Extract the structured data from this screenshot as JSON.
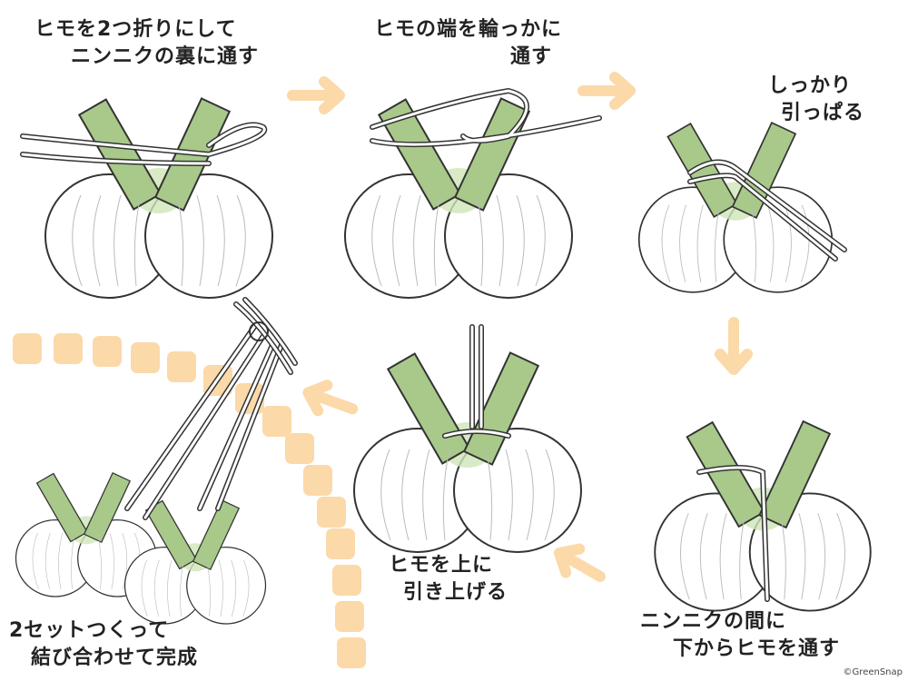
{
  "steps": [
    {
      "line1": "ヒモを2つ折りにして",
      "line2": "ニンニクの裏に通す"
    },
    {
      "line1": "ヒモの端を輪っかに",
      "line2": "通す"
    },
    {
      "line1": "しっかり",
      "line2": "引っぱる"
    },
    {
      "line1": "ニンニクの間に",
      "line2": "下からヒモを通す"
    },
    {
      "line1": "ヒモを上に",
      "line2": "引き上げる"
    },
    {
      "line1": "2セットつくって",
      "line2": "結び合わせて完成"
    }
  ],
  "watermark": "©GreenSnap",
  "colors": {
    "stem": "#a8c98a",
    "arrow": "#fbd9a8",
    "outline": "#333333",
    "bulb": "#ffffff"
  }
}
